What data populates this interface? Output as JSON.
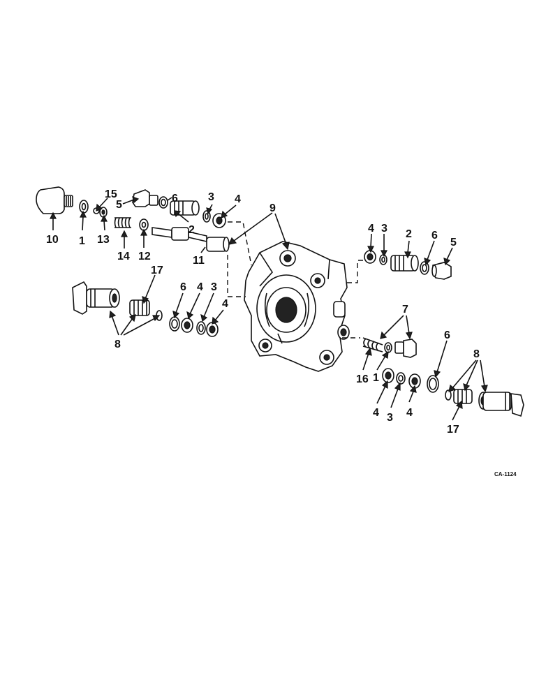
{
  "figure_code": "CA-1124",
  "callouts": [
    {
      "id": "c10a",
      "text": "10"
    },
    {
      "id": "c1a",
      "text": "1"
    },
    {
      "id": "c15",
      "text": "15"
    },
    {
      "id": "c13",
      "text": "13"
    },
    {
      "id": "c5a",
      "text": "5"
    },
    {
      "id": "c6a",
      "text": "6"
    },
    {
      "id": "c3a",
      "text": "3"
    },
    {
      "id": "c4a",
      "text": "4"
    },
    {
      "id": "c14a",
      "text": "14"
    },
    {
      "id": "c12",
      "text": "12"
    },
    {
      "id": "c2a",
      "text": "2"
    },
    {
      "id": "c11",
      "text": "11"
    },
    {
      "id": "c9",
      "text": "9"
    },
    {
      "id": "c17a",
      "text": "17"
    },
    {
      "id": "c8a",
      "text": "8"
    },
    {
      "id": "c6b",
      "text": "6"
    },
    {
      "id": "c4b",
      "text": "4"
    },
    {
      "id": "c3b",
      "text": "3"
    },
    {
      "id": "c4c",
      "text": "4"
    },
    {
      "id": "c4d",
      "text": "4"
    },
    {
      "id": "c3c",
      "text": "3"
    },
    {
      "id": "c2b",
      "text": "2"
    },
    {
      "id": "c6c",
      "text": "6"
    },
    {
      "id": "c5b",
      "text": "5"
    },
    {
      "id": "c7",
      "text": "7"
    },
    {
      "id": "c16",
      "text": "16"
    },
    {
      "id": "c1b",
      "text": "1"
    },
    {
      "id": "c4e",
      "text": "4"
    },
    {
      "id": "c3d",
      "text": "3"
    },
    {
      "id": "c4f",
      "text": "4"
    },
    {
      "id": "c6d",
      "text": "6"
    },
    {
      "id": "c8b",
      "text": "8"
    },
    {
      "id": "c17b",
      "text": "17"
    }
  ]
}
